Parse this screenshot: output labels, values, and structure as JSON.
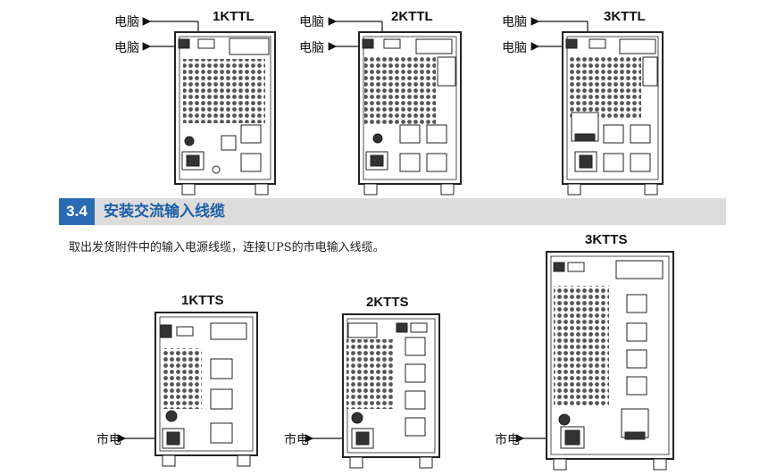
{
  "section": {
    "number": "3.4",
    "title": "安装交流输入线缆",
    "description": "取出发货附件中的输入电源线缆，连接UPS的市电输入线缆。"
  },
  "top_models": [
    {
      "label": "1KTTL"
    },
    {
      "label": "2KTTL"
    },
    {
      "label": "3KTTL"
    }
  ],
  "bottom_models": [
    {
      "label": "1KTTS"
    },
    {
      "label": "2KTTS"
    },
    {
      "label": "3KTTS"
    }
  ],
  "callouts": {
    "computer": "电脑",
    "mains": "市电"
  }
}
